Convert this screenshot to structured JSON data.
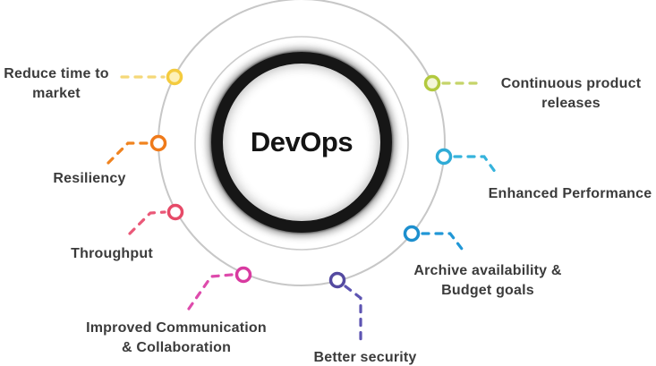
{
  "diagram": {
    "center_title": "DevOps",
    "styles": {
      "background": "#ffffff",
      "orbit_outer_color": "#c7c7c7",
      "orbit_inner_color": "#cbcbcb",
      "core_ring_color": "#161616",
      "core_fill": "#ffffff",
      "label_text_color": "#3b3b3b",
      "title_text_color": "#141414"
    },
    "items": [
      {
        "id": "reduce-time-to-market",
        "label": "Reduce time to\nmarket",
        "color": "#f4cb3e",
        "line_color": "#f5d878",
        "center_color": "#fdf0b8"
      },
      {
        "id": "resiliency",
        "label": "Resiliency",
        "color": "#ef7a1a",
        "line_color": "#f0831f",
        "center_color": "#ffffff"
      },
      {
        "id": "throughput",
        "label": "Throughput",
        "color": "#e64a68",
        "line_color": "#ea5878",
        "center_color": "#ffffff"
      },
      {
        "id": "improved-communication-collaboration",
        "label": "Improved Communication\n& Collaboration",
        "color": "#d83aa0",
        "line_color": "#de4bac",
        "center_color": "#ffffff"
      },
      {
        "id": "better-security",
        "label": "Better security",
        "color": "#544aa0",
        "line_color": "#5d54b2",
        "center_color": "#ffffff"
      },
      {
        "id": "archive-availability-budget-goals",
        "label": "Archive availability &\nBudget goals",
        "color": "#1d8fce",
        "line_color": "#2197d6",
        "center_color": "#ffffff"
      },
      {
        "id": "enhanced-performance",
        "label": "Enhanced Performance",
        "color": "#2fabd6",
        "line_color": "#36b3dc",
        "center_color": "#ffffff"
      },
      {
        "id": "continuous-product-releases",
        "label": "Continuous product\nreleases",
        "color": "#b2c93e",
        "line_color": "#c5d469",
        "center_color": "#f3f6d8"
      }
    ]
  }
}
